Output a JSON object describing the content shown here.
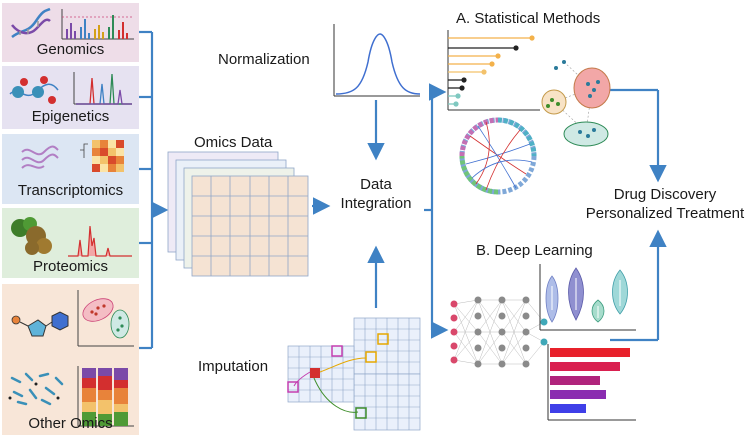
{
  "omics_sources": [
    {
      "label": "Genomics",
      "bg": "#eedde8"
    },
    {
      "label": "Epigenetics",
      "bg": "#e6e2f1"
    },
    {
      "label": "Transcriptomics",
      "bg": "#dce6f3"
    },
    {
      "label": "Proteomics",
      "bg": "#dfeedc"
    },
    {
      "label": "Other Omics",
      "bg": "#f8e6d8"
    }
  ],
  "steps": {
    "omics_data": "Omics Data",
    "normalization": "Normalization",
    "imputation": "Imputation",
    "integration_line1": "Data",
    "integration_line2": "Integration"
  },
  "methods": {
    "statistical": "A. Statistical Methods",
    "deep_learning": "B. Deep Learning"
  },
  "outcome": {
    "line1": "Drug Discovery",
    "line2": "Personalized Treatment"
  },
  "colors": {
    "arrow": "#3f82c4",
    "grid_fill": "#f5e3d3",
    "grid_line": "#8fa6c8",
    "highlight_red": "#d32f2f"
  }
}
